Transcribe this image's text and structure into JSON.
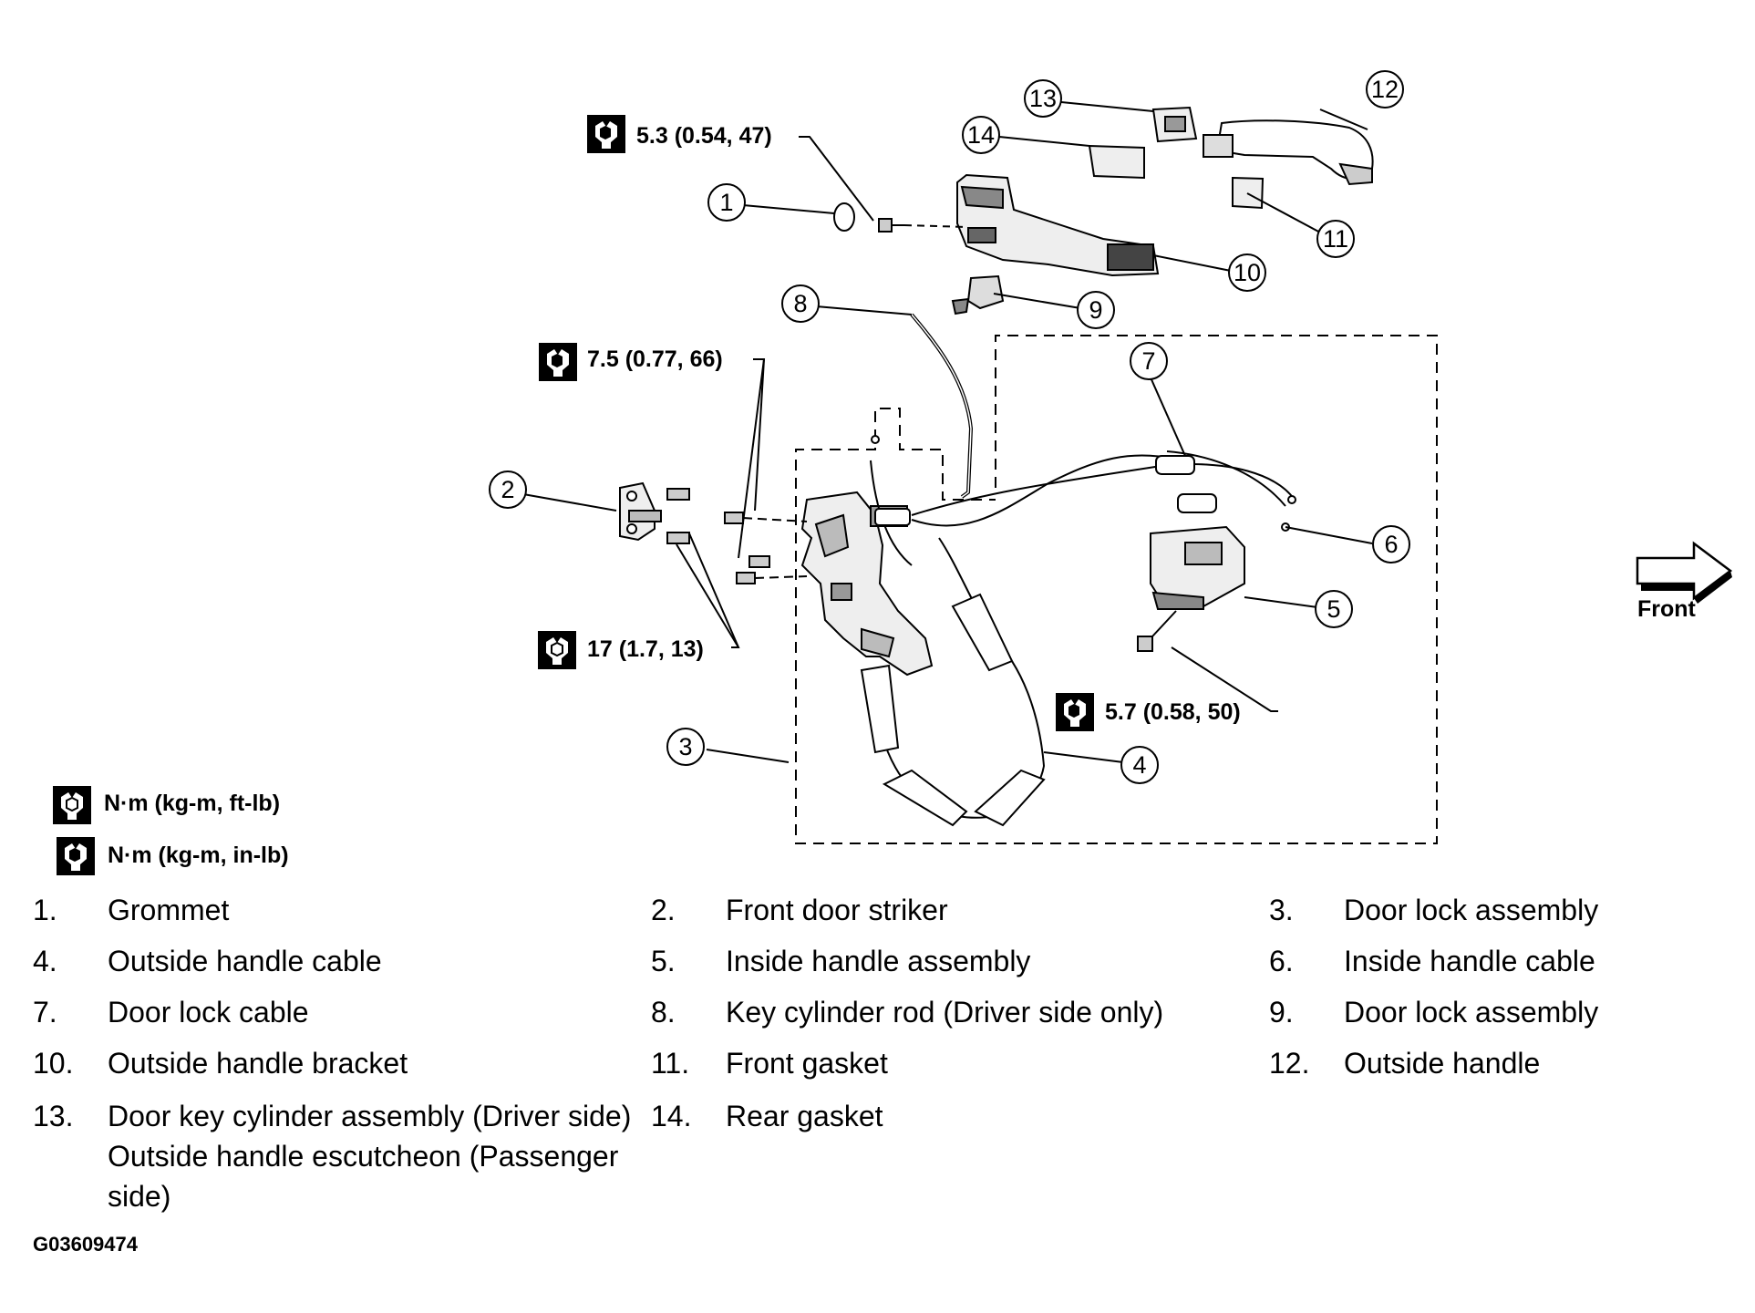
{
  "torque_specs": [
    {
      "value": "5.3 (0.54, 47)",
      "units_icon": "wrench-in-lb-icon"
    },
    {
      "value": "7.5 (0.77, 66)",
      "units_icon": "wrench-in-lb-icon"
    },
    {
      "value": "17 (1.7, 13)",
      "units_icon": "wrench-ft-lb-icon"
    },
    {
      "value": "5.7 (0.58, 50)",
      "units_icon": "wrench-in-lb-icon"
    }
  ],
  "legend": [
    {
      "icon": "wrench-ft-lb-icon",
      "label": "N·m (kg-m, ft-lb)"
    },
    {
      "icon": "wrench-in-lb-icon",
      "label": "N·m (kg-m, in-lb)"
    }
  ],
  "direction_label": "Front",
  "callouts": [
    "1",
    "2",
    "3",
    "4",
    "5",
    "6",
    "7",
    "8",
    "9",
    "10",
    "11",
    "12",
    "13",
    "14"
  ],
  "parts": [
    {
      "num": "1.",
      "desc": "Grommet"
    },
    {
      "num": "2.",
      "desc": "Front door striker"
    },
    {
      "num": "3.",
      "desc": "Door lock assembly"
    },
    {
      "num": "4.",
      "desc": "Outside handle cable"
    },
    {
      "num": "5.",
      "desc": "Inside handle assembly"
    },
    {
      "num": "6.",
      "desc": "Inside handle cable"
    },
    {
      "num": "7.",
      "desc": "Door lock cable"
    },
    {
      "num": "8.",
      "desc": "Key cylinder rod (Driver side only)"
    },
    {
      "num": "9.",
      "desc": "Door lock assembly"
    },
    {
      "num": "10.",
      "desc": "Outside handle bracket"
    },
    {
      "num": "11.",
      "desc": "Front gasket"
    },
    {
      "num": "12.",
      "desc": "Outside handle"
    },
    {
      "num": "13.",
      "desc": "Door key cylinder assembly (Driver side) Outside handle escutcheon (Passenger side)"
    },
    {
      "num": "14.",
      "desc": "Rear gasket"
    }
  ],
  "figure_id": "G03609474"
}
